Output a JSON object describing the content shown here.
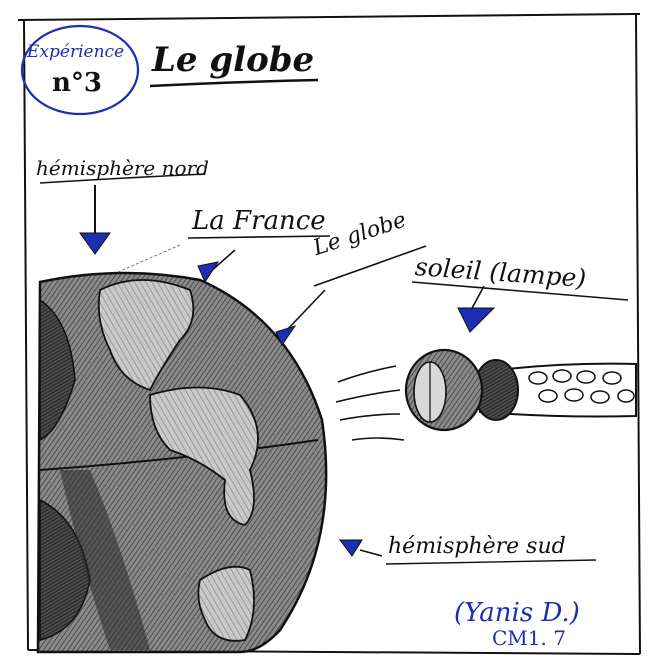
{
  "badge": {
    "line1": "Expérience",
    "line2": "n°3"
  },
  "title": "Le globe",
  "labels": {
    "north": "hémisphère nord",
    "france": "La France",
    "globe": "Le globe",
    "sun": "soleil (lampe)",
    "south": "hémisphère sud"
  },
  "signature": {
    "name": "(Yanis D.)",
    "class": "CM1. 7"
  },
  "colors": {
    "ink": "#111111",
    "pen_blue": "#1c2fb0",
    "paper": "#ffffff"
  }
}
